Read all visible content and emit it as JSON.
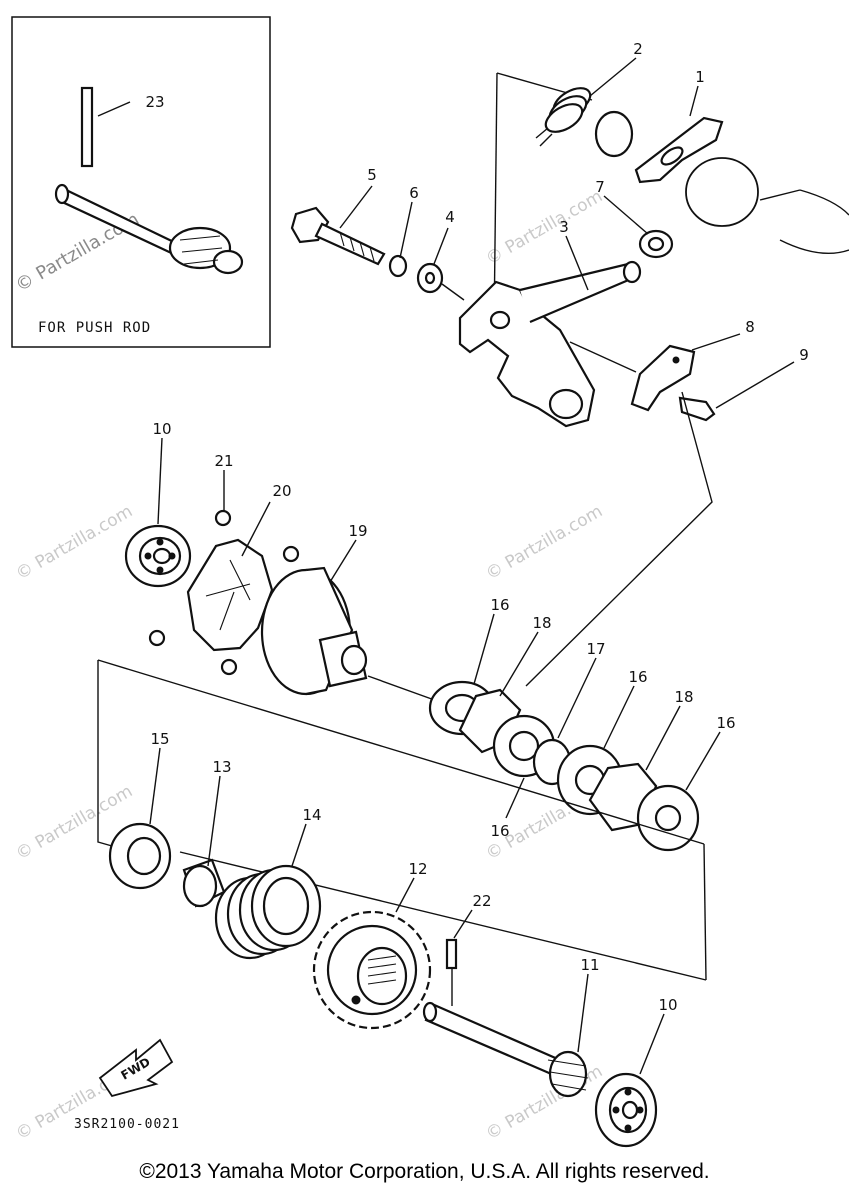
{
  "inset_caption": "FOR PUSH ROD",
  "diagram_code": "3SR2100-0021",
  "fwd_label": "FWD",
  "footer": "©2013 Yamaha Motor Corporation, U.S.A. All rights reserved.",
  "watermark": "© Partzilla.com",
  "callouts": {
    "c1": "1",
    "c2": "2",
    "c3": "3",
    "c4": "4",
    "c5": "5",
    "c6": "6",
    "c7": "7",
    "c8": "8",
    "c9": "9",
    "c10a": "10",
    "c10b": "10",
    "c11": "11",
    "c12": "12",
    "c13": "13",
    "c14": "14",
    "c15": "15",
    "c16a": "16",
    "c16b": "16",
    "c16c": "16",
    "c16d": "16",
    "c17": "17",
    "c18a": "18",
    "c18b": "18",
    "c19": "19",
    "c20": "20",
    "c21": "21",
    "c22": "22",
    "c23": "23"
  }
}
